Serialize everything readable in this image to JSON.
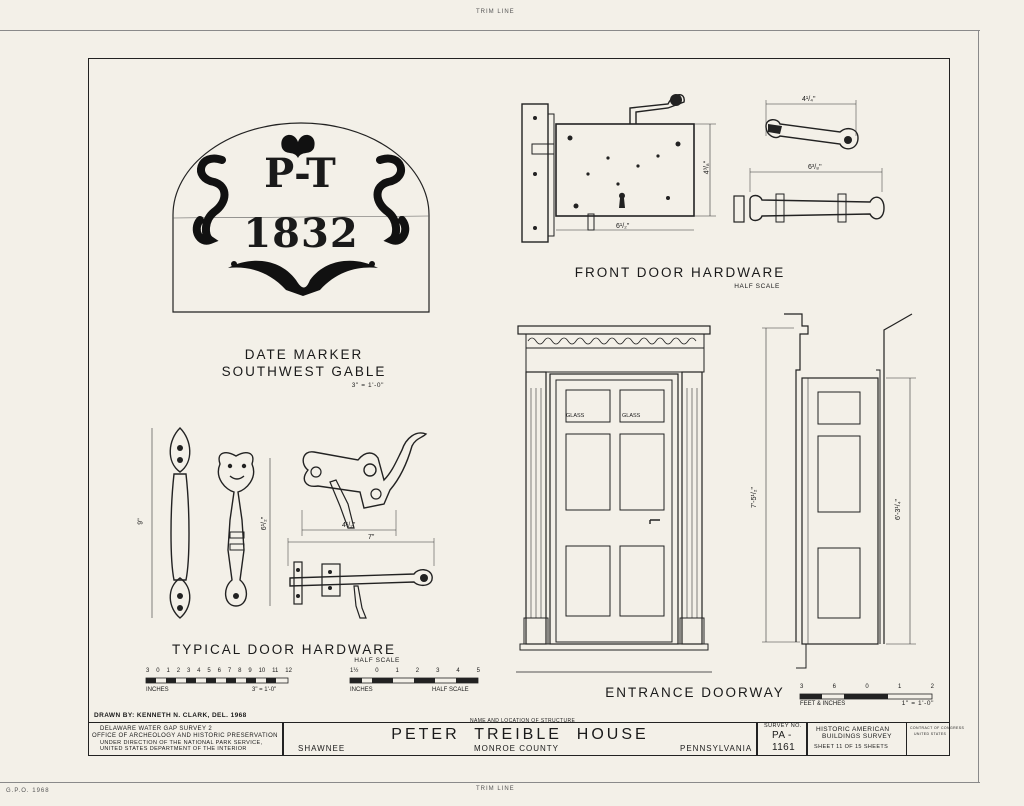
{
  "trim": {
    "top": "TRIM LINE",
    "bottom": "TRIM LINE"
  },
  "marker": {
    "line1": "P-T",
    "line2": "1832"
  },
  "labels": {
    "date_marker": "DATE MARKER",
    "southwest_gable": "SOUTHWEST GABLE",
    "date_scale": "3\" = 1'-0\"",
    "front_door": "FRONT DOOR HARDWARE",
    "front_scale": "HALF SCALE",
    "typical_door": "TYPICAL DOOR HARDWARE",
    "typical_scale": "HALF SCALE",
    "entrance": "ENTRANCE DOORWAY",
    "entrance_scale": "1\" = 1'-0\"",
    "glass": "GLASS"
  },
  "dimensions": {
    "lock_w": "6¹/₂\"",
    "lock_h": "4³/₈\"",
    "handle_w": "4¹/₄\"",
    "bolt_w": "6³/₈\"",
    "pull_h": "9\"",
    "latch_h": "6¹/₂\"",
    "latch_w": "4¹/₂\"",
    "barlatch_w": "7\"",
    "door_h": "7'-5¹/₂\"",
    "opening_h": "6'-3¹/₄\""
  },
  "scales": {
    "s1_ticks": [
      "3",
      "0",
      "1",
      "2",
      "3",
      "4",
      "5",
      "6",
      "7",
      "8",
      "9",
      "10",
      "11",
      "12"
    ],
    "s1_left": "INCHES",
    "s1_right": "3\" = 1'-0\"",
    "s2_ticks": [
      "1½",
      "0",
      "1",
      "2",
      "3",
      "4",
      "5"
    ],
    "s2_left": "INCHES",
    "s2_right": "HALF SCALE",
    "s3_ticks": [
      "3",
      "6",
      "0",
      "1",
      "2"
    ],
    "s3_left": "FEET & INCHES",
    "s3_right": "1\" = 1'-0\""
  },
  "title_block": {
    "drawn_by": "DRAWN BY:  KENNETH N. CLARK, DEL.   1968",
    "office1": "DELAWARE WATER GAP SURVEY 2",
    "office2": "OFFICE OF ARCHEOLOGY AND HISTORIC PRESERVATION",
    "office3": "UNDER DIRECTION OF THE NATIONAL PARK SERVICE,",
    "office4": "UNITED STATES DEPARTMENT OF THE INTERIOR",
    "name_caption": "NAME AND LOCATION OF STRUCTURE",
    "house": "PETER  TREIBLE  HOUSE",
    "place": "SHAWNEE",
    "county": "MONROE COUNTY",
    "state": "PENNSYLVANIA",
    "survey_label": "SURVEY NO.",
    "survey_no": "PA -",
    "survey_no2": "1161",
    "habs1": "HISTORIC AMERICAN",
    "habs2": "BUILDINGS SURVEY",
    "sheet": "SHEET  11  OF  15  SHEETS",
    "tiny": "CONTRACT OF CONGRESS",
    "tiny2": "UNITED STATES"
  },
  "footer_code": "G.P.O. 1968"
}
